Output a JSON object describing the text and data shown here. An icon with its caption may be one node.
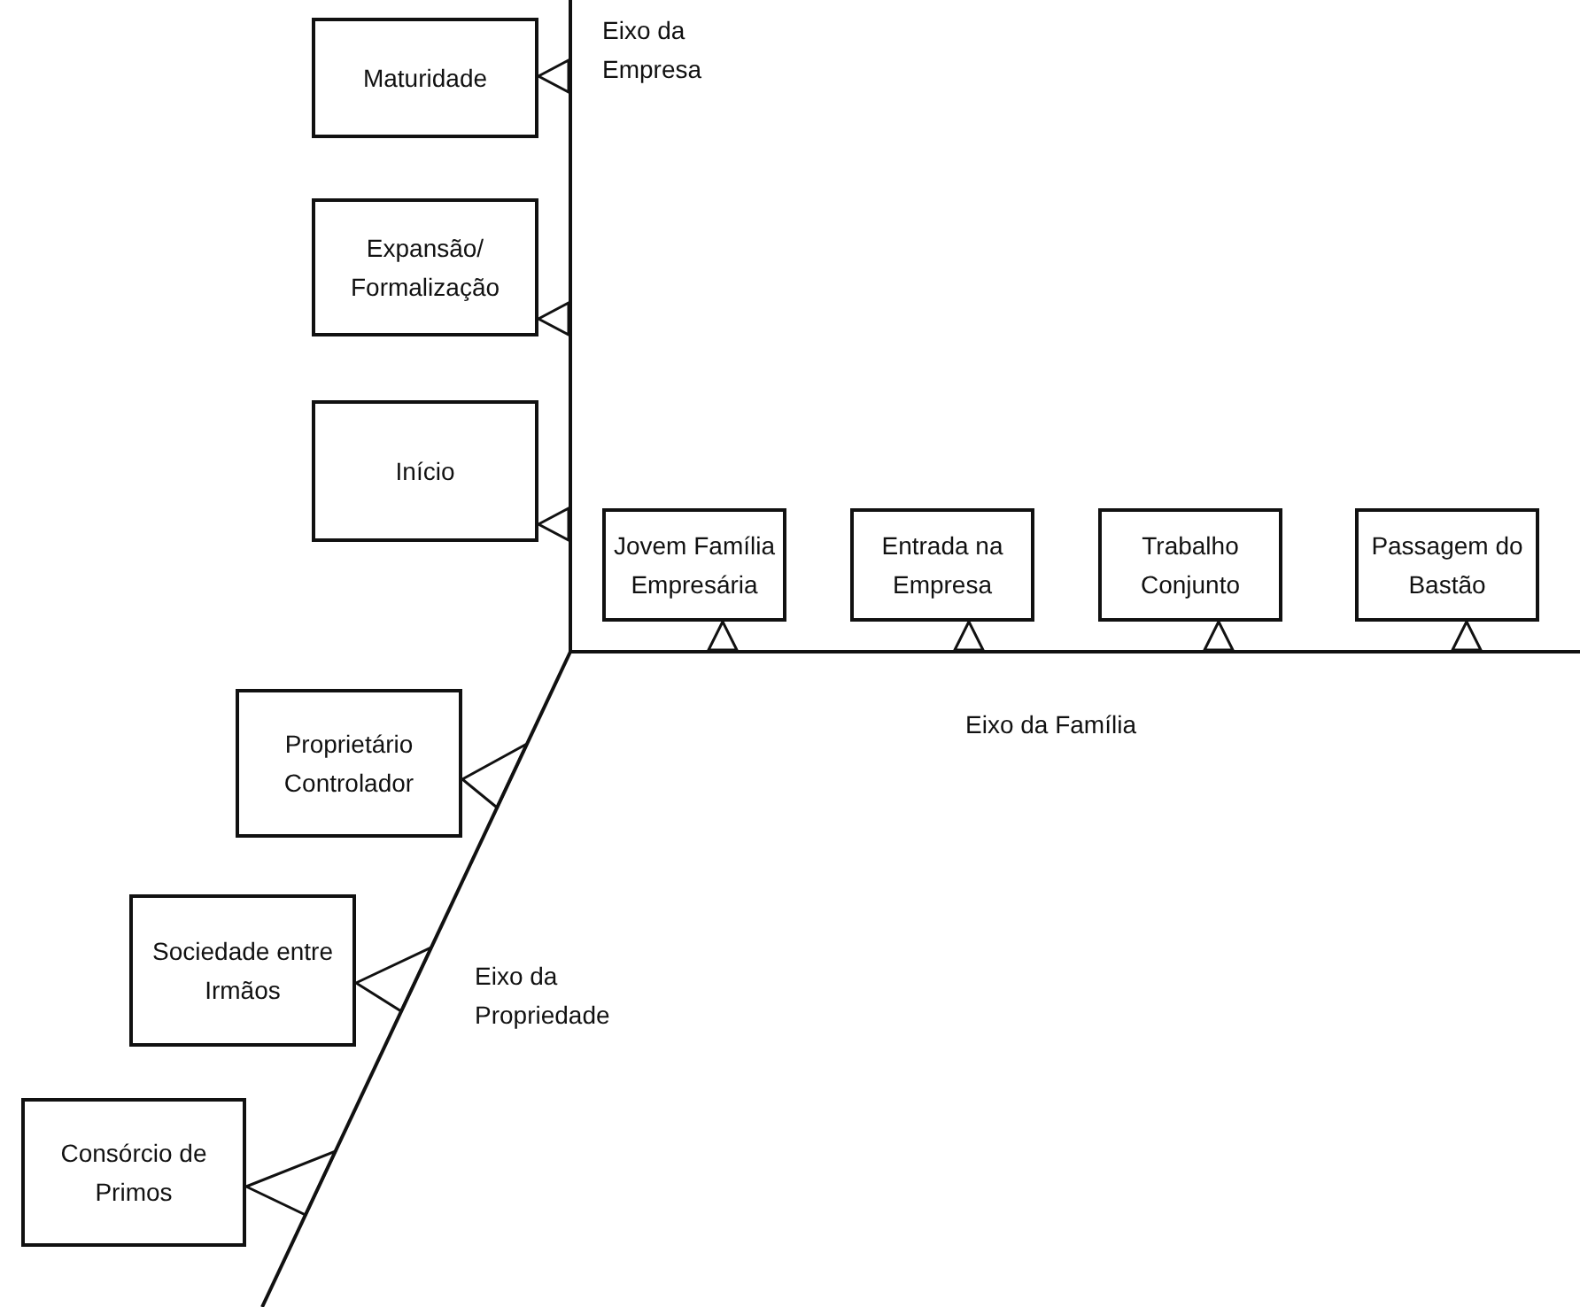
{
  "diagram": {
    "nodes": [
      {
        "text": [
          "Maturidade"
        ]
      },
      {
        "text": [
          "Expansão/ Formalização"
        ]
      },
      {
        "text": [
          "Início"
        ]
      },
      {
        "text": [
          "Jovem Família Empresária"
        ]
      },
      {
        "text": [
          "Entrada na Empresa"
        ]
      },
      {
        "text": [
          "Trabalho Conjunto"
        ]
      },
      {
        "text": [
          "Passagem do Bastão"
        ]
      },
      {
        "text": [
          "Proprietário Controlador"
        ]
      },
      {
        "text": [
          "Sociedade entre Irmãos"
        ]
      },
      {
        "text": [
          "Consórcio de Primos"
        ]
      }
    ],
    "edges": [],
    "labels": [
      "Eixo da Empresa",
      "Eixo da Família",
      "Eixo da Propriedade"
    ]
  }
}
